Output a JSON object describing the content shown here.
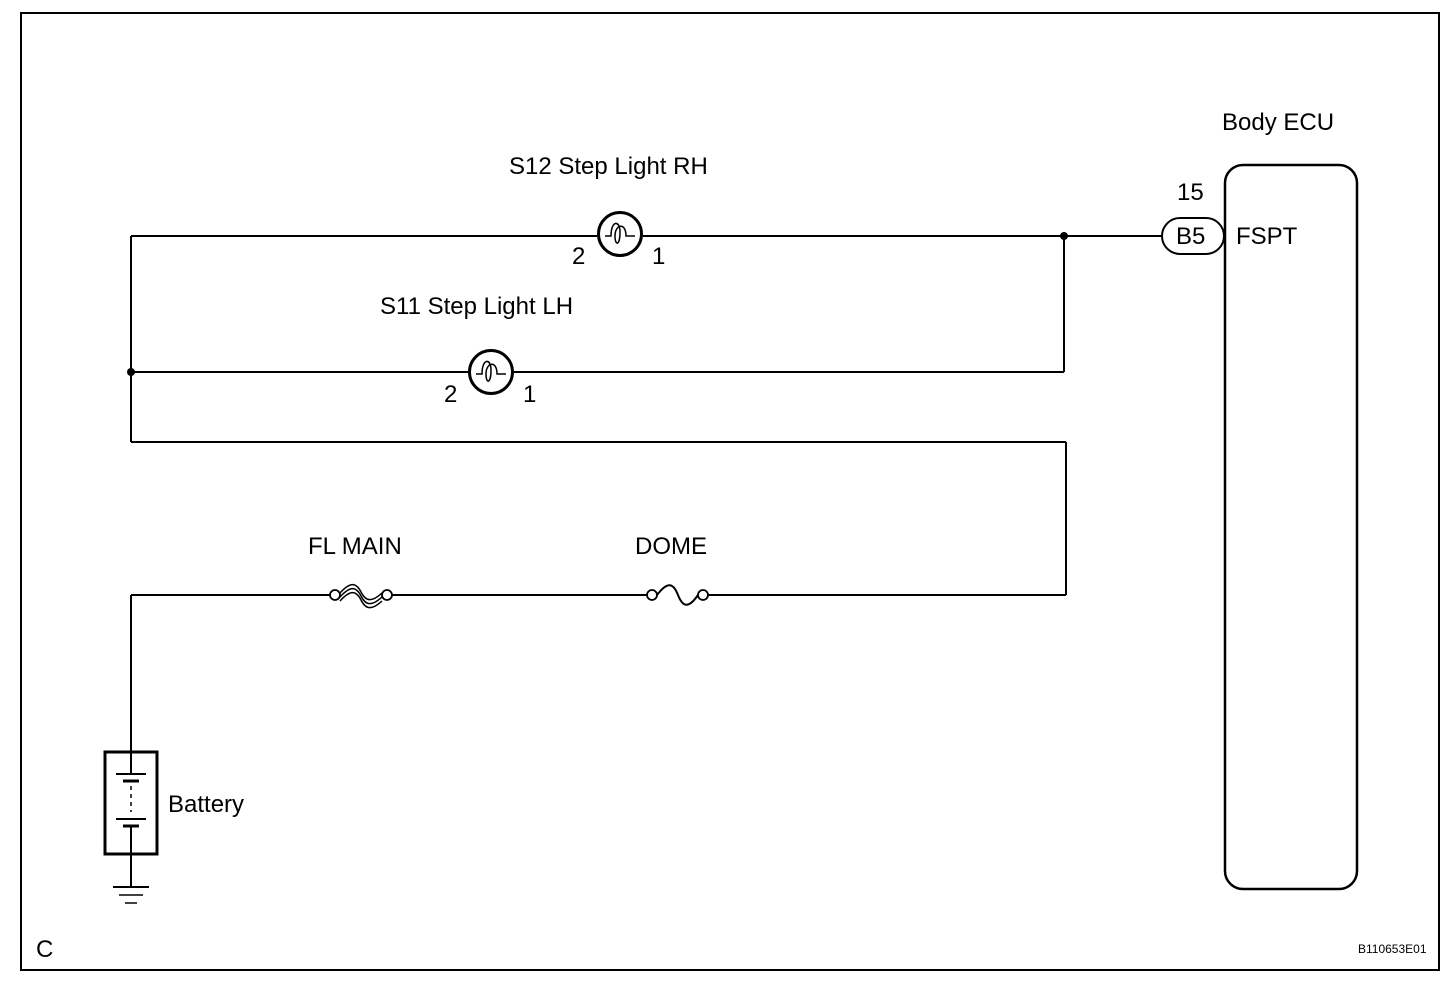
{
  "ecu": {
    "title": "Body ECU",
    "pin_number": "15",
    "connector": "B5",
    "signal": "FSPT"
  },
  "lights": [
    {
      "label": "S12 Step Light RH",
      "pin_left": "2",
      "pin_right": "1"
    },
    {
      "label": "S11 Step Light LH",
      "pin_left": "2",
      "pin_right": "1"
    }
  ],
  "fuses": [
    {
      "label": "FL MAIN",
      "type": "fusible-link"
    },
    {
      "label": "DOME",
      "type": "fuse"
    }
  ],
  "battery": {
    "label": "Battery"
  },
  "footer": {
    "corner_letter": "C",
    "figure_code": "B110653E01"
  }
}
